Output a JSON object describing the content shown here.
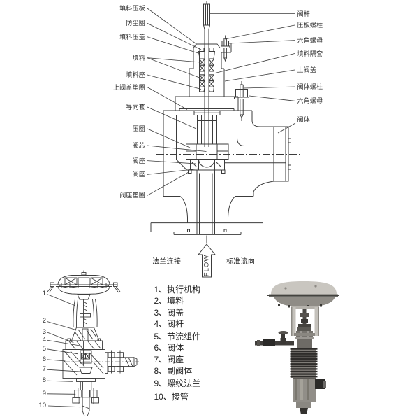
{
  "colors": {
    "line": "#3c3c3c",
    "text": "#222222",
    "background": "#ffffff",
    "photo_light_gray": "#c9c6c0",
    "photo_mid_gray": "#9a9792",
    "photo_dark_gray": "#3a3835"
  },
  "main_diagram": {
    "left_labels": [
      "填料压板",
      "防尘圈",
      "填料压盖",
      "填料",
      "填料座",
      "上阀盖垫圈",
      "导向套",
      "压圈",
      "阀芯",
      "阀座",
      "阀座",
      "阀座垫圈"
    ],
    "right_labels": [
      "阀杆",
      "压板螺柱",
      "六角螺母",
      "填料隔套",
      "上阀盖",
      "阀体螺柱",
      "六角螺母",
      "阀体"
    ],
    "flow": {
      "arrow_text": "FLOW",
      "left_caption": "法兰连接",
      "right_caption": "标准流向"
    }
  },
  "figure2": {
    "numbers": [
      "1",
      "2",
      "3",
      "4",
      "5",
      "6",
      "7",
      "8",
      "9",
      "10"
    ]
  },
  "parts_list": {
    "items": [
      {
        "num": "1",
        "name": "执行机构",
        "label": "1、执行机构"
      },
      {
        "num": "2",
        "name": "填料",
        "label": "2、填料"
      },
      {
        "num": "3",
        "name": "阀盖",
        "label": "3、阀盖"
      },
      {
        "num": "4",
        "name": "阀杆",
        "label": "4、阀杆"
      },
      {
        "num": "5",
        "name": "节流组件",
        "label": "5、节流组件"
      },
      {
        "num": "6",
        "name": "阀体",
        "label": "6、阀体"
      },
      {
        "num": "7",
        "name": "阀座",
        "label": "7、阀座"
      },
      {
        "num": "8",
        "name": "副阀体",
        "label": "8、副阀体"
      },
      {
        "num": "9",
        "name": "螺纹法兰",
        "label": "9、螺纹法兰"
      },
      {
        "num": "10",
        "name": "接管",
        "label": "10、接管"
      }
    ]
  }
}
